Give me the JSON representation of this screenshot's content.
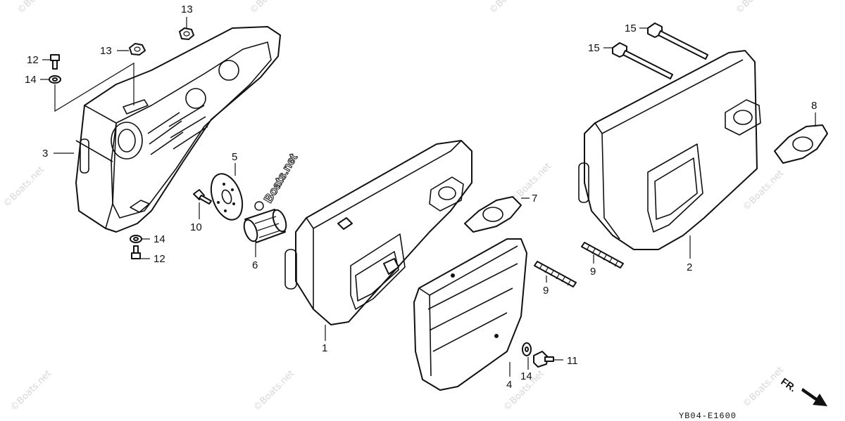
{
  "diagram_code": "YB04-E1600",
  "direction_label": "FR.",
  "watermark_text": "©Boats.net",
  "boats_logo_text": "Boats.net",
  "callouts": [
    {
      "id": "c3",
      "text": "3"
    },
    {
      "id": "c13a",
      "text": "13"
    },
    {
      "id": "c13b",
      "text": "13"
    },
    {
      "id": "c12a",
      "text": "12"
    },
    {
      "id": "c14a",
      "text": "14"
    },
    {
      "id": "c5",
      "text": "5"
    },
    {
      "id": "c10",
      "text": "10"
    },
    {
      "id": "c14b",
      "text": "14"
    },
    {
      "id": "c12b",
      "text": "12"
    },
    {
      "id": "c6",
      "text": "6"
    },
    {
      "id": "c1",
      "text": "1"
    },
    {
      "id": "c7",
      "text": "7"
    },
    {
      "id": "c9a",
      "text": "9"
    },
    {
      "id": "c9b",
      "text": "9"
    },
    {
      "id": "c4",
      "text": "4"
    },
    {
      "id": "c14c",
      "text": "14"
    },
    {
      "id": "c11",
      "text": "11"
    },
    {
      "id": "c15a",
      "text": "15"
    },
    {
      "id": "c15b",
      "text": "15"
    },
    {
      "id": "c8",
      "text": "8"
    },
    {
      "id": "c2",
      "text": "2"
    }
  ]
}
